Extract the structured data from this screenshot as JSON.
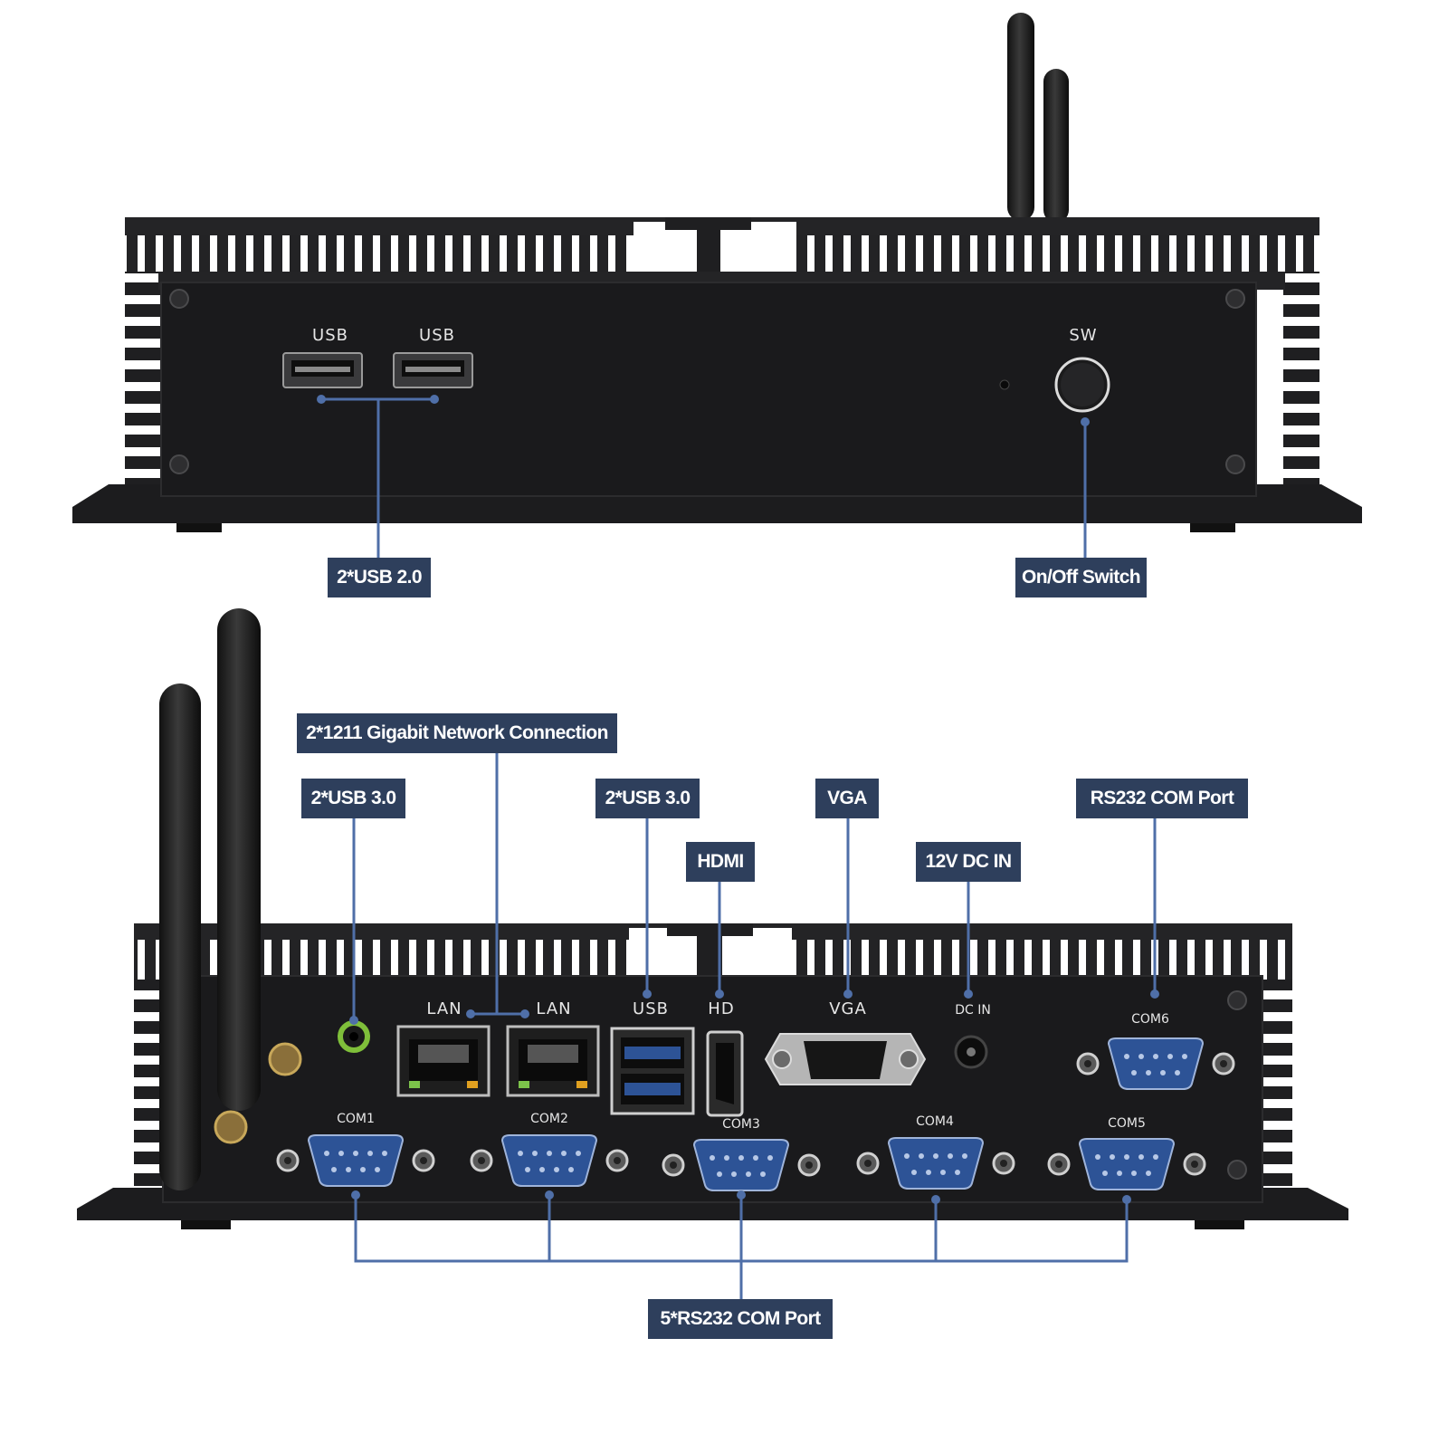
{
  "front_panel": {
    "port_labels": {
      "usb_a": "USB",
      "usb_b": "USB",
      "switch": "SW"
    },
    "callouts": {
      "usb20": "2*USB 2.0",
      "power_switch": "On/Off Switch"
    }
  },
  "rear_panel": {
    "port_labels": {
      "lan_a": "LAN",
      "lan_b": "LAN",
      "usb": "USB",
      "hd": "HD",
      "vga": "VGA",
      "dc_in": "DC IN",
      "com1": "COM1",
      "com2": "COM2",
      "com3": "COM3",
      "com4": "COM4",
      "com5": "COM5",
      "com6": "COM6"
    },
    "callouts": {
      "network": "2*1211 Gigabit Network Connection",
      "usb30_left": "2*USB 3.0",
      "usb30_mid": "2*USB 3.0",
      "hdmi": "HDMI",
      "vga": "VGA",
      "dc_in": "12V DC IN",
      "rs232_single": "RS232 COM Port",
      "rs232_multi": "5*RS232 COM Port"
    }
  },
  "colors": {
    "callout_bg": "#2e3f5c",
    "leader_line": "#4f6fa8",
    "chassis": "#1b1b1d",
    "port_blue": "#2d5396",
    "audio_green": "#7fbf3a"
  }
}
